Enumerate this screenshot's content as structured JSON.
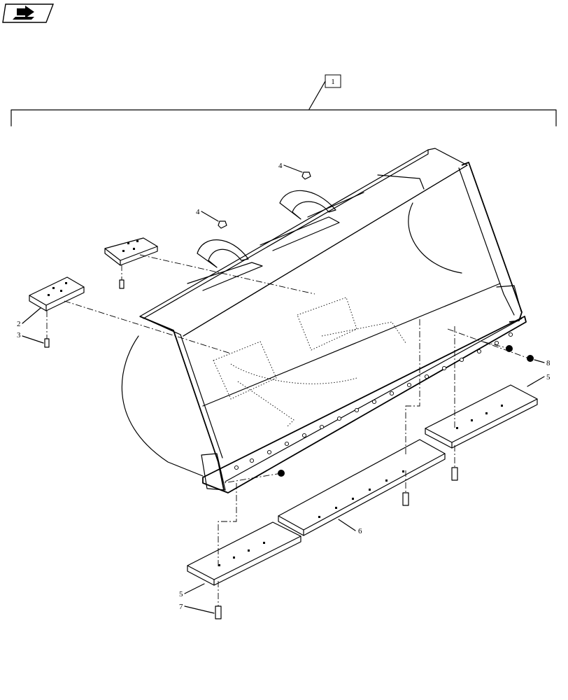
{
  "toolbar": {
    "nav_icon": "arrow-forward-icon"
  },
  "callout_main": {
    "label": "1"
  },
  "labels": {
    "item2": "2",
    "item3": "3",
    "item4a": "4",
    "item4b": "4",
    "item5a": "5",
    "item5b": "5",
    "item6": "6",
    "item7": "7",
    "item8": "8"
  }
}
